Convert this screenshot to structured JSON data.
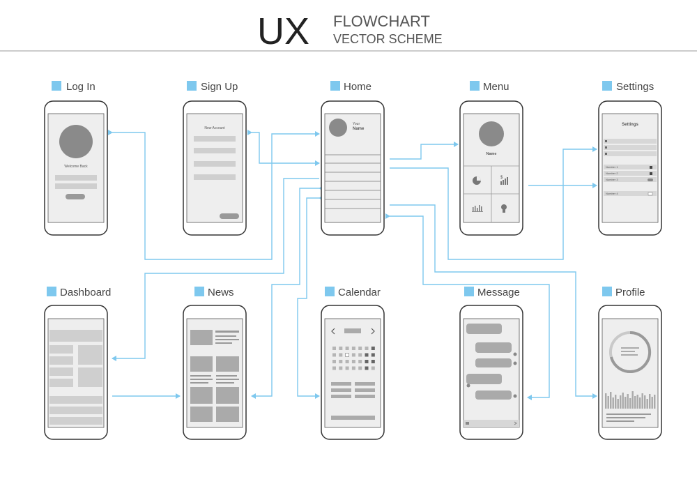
{
  "header": {
    "title": "UX",
    "line1": "FLOWCHART",
    "line2": "VECTOR SCHEME"
  },
  "colors": {
    "accent": "#7ec8ee",
    "frame": "#333333",
    "screen": "#eeeeee",
    "block": "#bdbdbd",
    "dark_block": "#8a8a8a"
  },
  "screens": {
    "login": {
      "label": "Log In",
      "welcome": "Welcome Back"
    },
    "signup": {
      "label": "Sign Up",
      "heading": "New Account"
    },
    "home": {
      "label": "Home",
      "your": "Your",
      "name": "Name"
    },
    "menu": {
      "label": "Menu",
      "name": "Name",
      "dollar": "$"
    },
    "settings": {
      "label": "Settings",
      "title": "Settings",
      "numbers": [
        "Number 1",
        "Number 2",
        "Number 3",
        "Number 4"
      ]
    },
    "dashboard": {
      "label": "Dashboard"
    },
    "news": {
      "label": "News"
    },
    "calendar": {
      "label": "Calendar"
    },
    "message": {
      "label": "Message"
    },
    "profile": {
      "label": "Profile"
    }
  }
}
